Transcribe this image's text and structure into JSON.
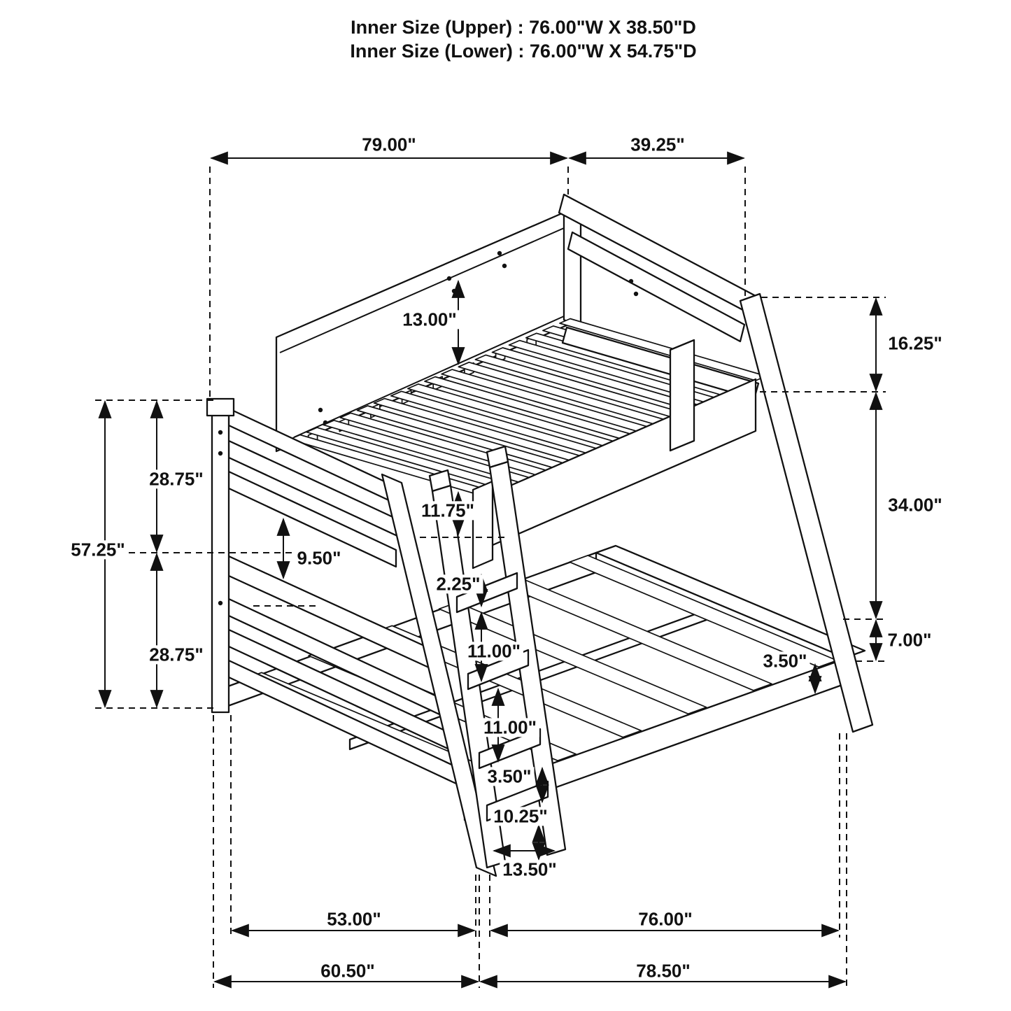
{
  "header": {
    "line1": "Inner Size (Upper) : 76.00\"W X  38.50\"D",
    "line2": "Inner Size (Lower) : 76.00\"W X  54.75\"D"
  },
  "dims": {
    "top_width": "79.00\"",
    "top_depth": "39.25\"",
    "back_rail_height": "13.00\"",
    "right_upper": "16.25\"",
    "right_middle": "34.00\"",
    "right_lower": "7.00\"",
    "right_rail": "3.50\"",
    "left_total": "57.25\"",
    "left_upper": "28.75\"",
    "left_lower": "28.75\"",
    "guard_clearance": "11.75\"",
    "headboard_gap": "9.50\"",
    "ladder_top_gap": "2.25\"",
    "ladder_step1": "11.00\"",
    "ladder_step2": "11.00\"",
    "ladder_step3": "3.50\"",
    "ladder_bottom": "10.25\"",
    "ladder_width": "13.50\"",
    "bottom_left_span": "53.00\"",
    "bottom_right_span": "76.00\"",
    "bottom_left_total": "60.50\"",
    "bottom_right_total": "78.50\""
  }
}
